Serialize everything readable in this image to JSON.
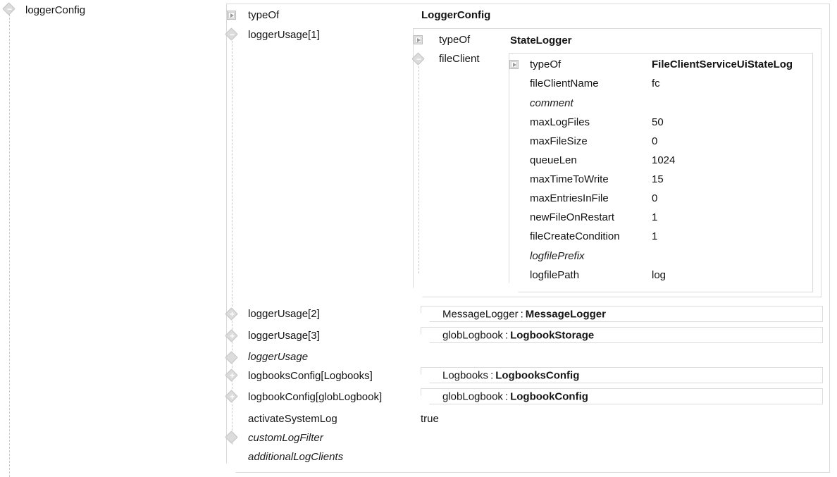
{
  "view": {
    "title": "loggerConfig",
    "background": "#ffffff",
    "line_color": "#c9c9c9",
    "panel_border": "#dadada",
    "text_color": "#141414"
  },
  "root": {
    "label": "loggerConfig",
    "icon": "diamond-minus-icon"
  },
  "level1": {
    "type_title": "LoggerConfig",
    "rows": [
      {
        "label": "typeOf",
        "icon": "square-triangle-icon",
        "value": "",
        "italic": false
      },
      {
        "label": "loggerUsage[1]",
        "icon": "diamond-minus-icon",
        "value": "",
        "italic": false
      },
      {
        "label": "loggerUsage[2]",
        "icon": "diamond-plus-icon",
        "value": "",
        "italic": false
      },
      {
        "label": "loggerUsage[3]",
        "icon": "diamond-plus-icon",
        "value": "",
        "italic": false
      },
      {
        "label": "loggerUsage",
        "icon": "diamond-empty-icon",
        "value": "",
        "italic": true
      },
      {
        "label": "logbooksConfig[Logbooks]",
        "icon": "diamond-plus-icon",
        "value": "",
        "italic": false
      },
      {
        "label": "logbookConfig[globLogbook]",
        "icon": "diamond-plus-icon",
        "value": "",
        "italic": false
      },
      {
        "label": "activateSystemLog",
        "icon": "none",
        "value": "true",
        "italic": false
      },
      {
        "label": "customLogFilter",
        "icon": "diamond-empty-icon",
        "value": "",
        "italic": true
      },
      {
        "label": "additionalLogClients",
        "icon": "none",
        "value": "",
        "italic": true
      }
    ],
    "refboxes": [
      {
        "row": 2,
        "name": "MessageLogger",
        "separator": ":",
        "type": "MessageLogger"
      },
      {
        "row": 3,
        "name": "globLogbook",
        "separator": ":",
        "type": "LogbookStorage"
      },
      {
        "row": 5,
        "name": "Logbooks",
        "separator": ":",
        "type": "LogbooksConfig"
      },
      {
        "row": 6,
        "name": "globLogbook",
        "separator": ":",
        "type": "LogbookConfig"
      }
    ]
  },
  "level2": {
    "type_title": "StateLogger",
    "rows": [
      {
        "label": "typeOf",
        "icon": "square-triangle-icon",
        "value": "",
        "italic": false
      },
      {
        "label": "fileClient",
        "icon": "diamond-minus-icon",
        "value": "",
        "italic": false
      }
    ]
  },
  "level3": {
    "type_title": "FileClientServiceUiStateLog",
    "rows": [
      {
        "label": "typeOf",
        "icon": "square-triangle-icon",
        "value": "",
        "italic": false
      },
      {
        "label": "fileClientName",
        "icon": "none",
        "value": "fc",
        "italic": false
      },
      {
        "label": "comment",
        "icon": "none",
        "value": "",
        "italic": true
      },
      {
        "label": "maxLogFiles",
        "icon": "none",
        "value": "50",
        "italic": false
      },
      {
        "label": "maxFileSize",
        "icon": "none",
        "value": "0",
        "italic": false
      },
      {
        "label": "queueLen",
        "icon": "none",
        "value": "1024",
        "italic": false
      },
      {
        "label": "maxTimeToWrite",
        "icon": "none",
        "value": "15",
        "italic": false
      },
      {
        "label": "maxEntriesInFile",
        "icon": "none",
        "value": "0",
        "italic": false
      },
      {
        "label": "newFileOnRestart",
        "icon": "none",
        "value": "1",
        "italic": false
      },
      {
        "label": "fileCreateCondition",
        "icon": "none",
        "value": "1",
        "italic": false
      },
      {
        "label": "logfilePrefix",
        "icon": "none",
        "value": "",
        "italic": true
      },
      {
        "label": "logfilePath",
        "icon": "none",
        "value": "log",
        "italic": false
      }
    ]
  }
}
